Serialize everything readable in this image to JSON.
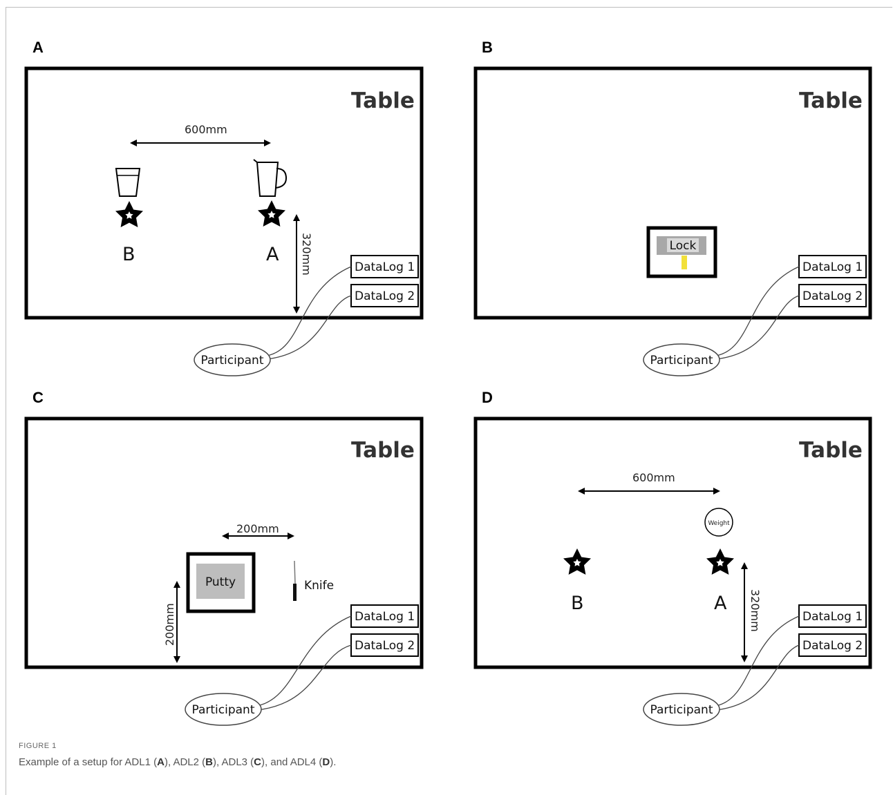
{
  "panels": [
    {
      "letter": "A",
      "table_label": "Table",
      "distance_label": "600mm",
      "vertical_label": "320mm",
      "position_a": "A",
      "position_b": "B",
      "datalog1": "DataLog 1",
      "datalog2": "DataLog 2",
      "participant": "Participant"
    },
    {
      "letter": "B",
      "table_label": "Table",
      "object_label": "Lock",
      "datalog1": "DataLog 1",
      "datalog2": "DataLog 2",
      "participant": "Participant"
    },
    {
      "letter": "C",
      "table_label": "Table",
      "distance_label": "200mm",
      "vertical_label": "200mm",
      "object_label": "Putty",
      "tool_label": "Knife",
      "datalog1": "DataLog 1",
      "datalog2": "DataLog 2",
      "participant": "Participant"
    },
    {
      "letter": "D",
      "table_label": "Table",
      "distance_label": "600mm",
      "vertical_label": "320mm",
      "object_label": "Weight",
      "position_a": "A",
      "position_b": "B",
      "datalog1": "DataLog 1",
      "datalog2": "DataLog 2",
      "participant": "Participant"
    }
  ],
  "caption": {
    "tag": "FIGURE 1",
    "p1": "Example of a setup for ADL1 (",
    "l1": "A",
    "p2": "), ADL2 (",
    "l2": "B",
    "p3": "), ADL3 (",
    "l3": "C",
    "p4": "), and ADL4 (",
    "l4": "D",
    "p5": ")."
  },
  "colors": {
    "lock_key": "#f2e03a",
    "putty_fill": "#bdbdbd",
    "lock_fill": "#a8a8a8"
  }
}
